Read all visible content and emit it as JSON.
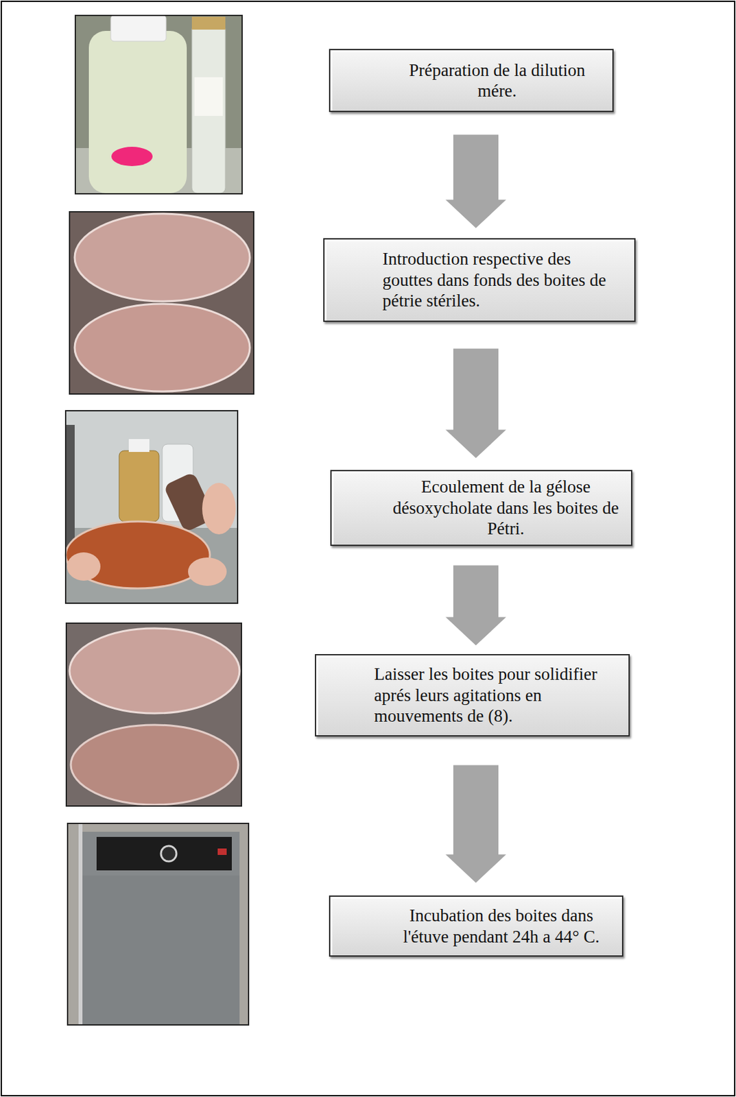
{
  "diagram": {
    "nodes": [
      {
        "text": [
          "Préparation de la dilution mére."
        ]
      },
      {
        "text": [
          "Introduction respective des gouttes dans fonds des boites de pétrie stériles."
        ]
      },
      {
        "text": [
          "Ecoulement de la gélose désoxycholate dans les boites de Pétri."
        ]
      },
      {
        "text": [
          "Laisser les boites pour solidifier aprés leurs agitations en mouvements de (8)."
        ]
      },
      {
        "text": [
          "Incubation des boites dans l'étuve pendant 24h a 44° C."
        ]
      }
    ],
    "edges": [
      {
        "from": 0,
        "to": 1,
        "arrow": "to"
      },
      {
        "from": 1,
        "to": 2,
        "arrow": "to"
      },
      {
        "from": 2,
        "to": 3,
        "arrow": "to"
      },
      {
        "from": 3,
        "to": 4,
        "arrow": "to"
      }
    ]
  }
}
